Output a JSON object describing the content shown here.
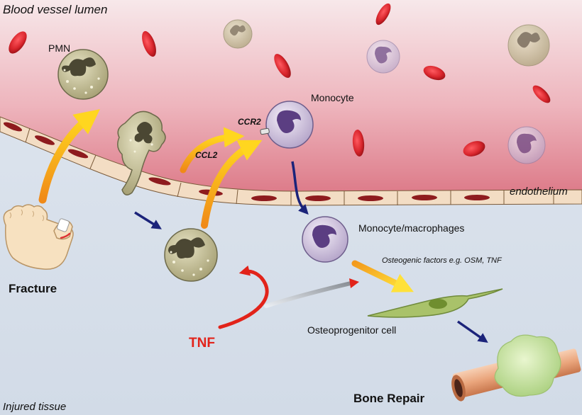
{
  "labels": {
    "blood_vessel_lumen": "Blood vessel lumen",
    "pmn": "PMN",
    "monocyte": "Monocyte",
    "ccr2": "CCR2",
    "ccl2": "CCL2",
    "endothelium": "endothelium",
    "monocyte_macrophages": "Monocyte/macrophages",
    "osteogenic_factors": "Osteogenic factors e.g. OSM, TNF",
    "fracture": "Fracture",
    "tnf": "TNF",
    "osteoprogenitor_cell": "Osteoprogenitor cell",
    "bone_repair": "Bone Repair",
    "injured_tissue": "Injured tissue"
  },
  "colors": {
    "lumen_top": "#f6e4e7",
    "lumen_bottom": "#e58d9a",
    "tissue": "#dce4ee",
    "endothelial_cell": "#f3ddc4",
    "endothelial_nucleus": "#8e1b1e",
    "rbc": "#d8252c",
    "pmn": "#cbc59c",
    "monocyte": "#d7cbe3",
    "monocyte_nucleus": "#5b3e82",
    "arrow_orange": "#f6a21a",
    "arrow_navy": "#1b237a",
    "arrow_red": "#e2231a",
    "osteoprogenitor": "#a9c26a",
    "bone": "#f2b58e",
    "callus": "#c9e39b"
  }
}
